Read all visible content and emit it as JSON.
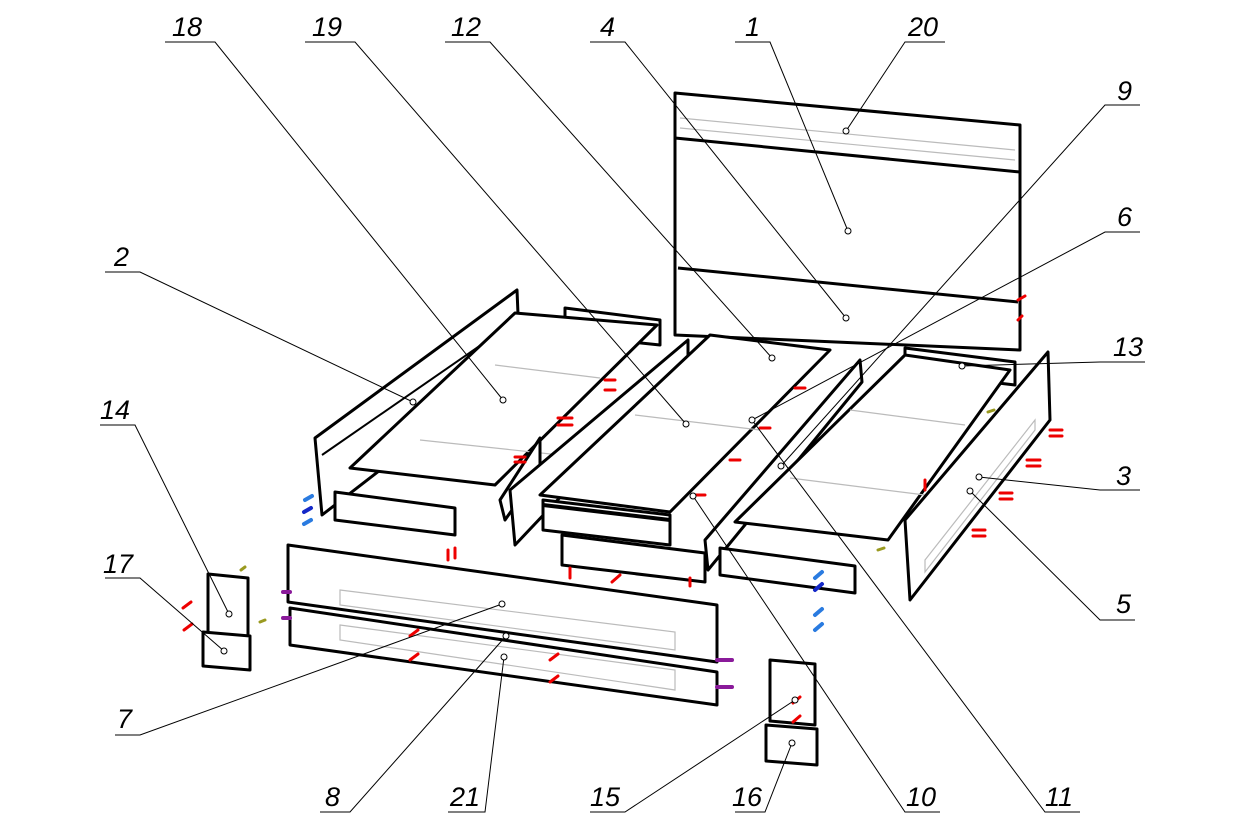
{
  "diagram": {
    "title": "Bed assembly exploded view",
    "part_labels": [
      "18",
      "19",
      "12",
      "4",
      "1",
      "20",
      "9",
      "6",
      "13",
      "2",
      "3",
      "5",
      "14",
      "17",
      "7",
      "8",
      "21",
      "15",
      "16",
      "10",
      "11"
    ]
  }
}
